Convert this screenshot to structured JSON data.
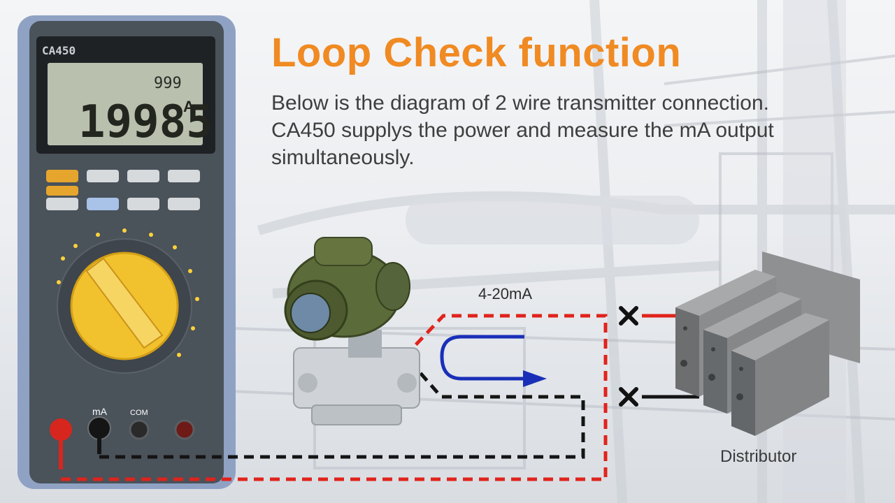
{
  "slide": {
    "title": "Loop Check function",
    "description_lines": [
      "Below is the diagram of  2 wire transmitter connection.",
      "CA450 supplys the power and measure the mA output",
      "simultaneously."
    ]
  },
  "meter": {
    "brand": "CA450",
    "main_reading": "19985",
    "sub_reading": "999",
    "unit": "A",
    "terminal_labels": [
      "mA",
      "COM"
    ]
  },
  "diagram": {
    "signal_label": "4-20mA",
    "distributor_label": "Distributor",
    "colors": {
      "positive_wire": "#e0231c",
      "negative_wire": "#141414",
      "current_arrow": "#1a2fb8",
      "title": "#f08a22",
      "knob": "#f2c12e"
    }
  }
}
